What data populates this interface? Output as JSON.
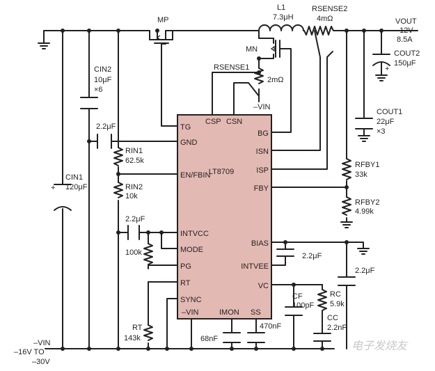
{
  "ic": {
    "part": "LT8709",
    "pins_left": [
      "TG",
      "GND",
      "EN/FBIN",
      "INTVCC",
      "MODE",
      "PG",
      "RT",
      "SYNC"
    ],
    "pins_right": [
      "BG",
      "ISN",
      "ISP",
      "FBY",
      "BIAS",
      "INTVEE",
      "VC"
    ],
    "pins_top": [
      "CSP",
      "CSN"
    ],
    "pins_bottom": [
      "–VIN",
      "IMON",
      "SS"
    ]
  },
  "components": {
    "mp": "MP",
    "mn": "MN",
    "l1": "L1",
    "l1_value": "7.3μH",
    "rsense2": "RSENSE2",
    "rsense2_value": "4mΩ",
    "rsense1": "RSENSE1",
    "rsense1_value": "2mΩ",
    "minus_vin": "–VIN",
    "vout": "VOUT",
    "vout_voltage": "–12V",
    "vout_current": "8.5A",
    "cout2": "COUT2",
    "cout2_value": "150μF",
    "cout1": "COUT1",
    "cout1_value": "22μF",
    "cout1_count": "×3",
    "cin2": "CIN2",
    "cin2_value": "10μF",
    "cin2_count": "×6",
    "cin1": "CIN1",
    "cin1_value": "120μF",
    "c_en": "2.2μF",
    "rin1": "RIN1",
    "rin1_value": "62.5k",
    "rin2": "RIN2",
    "rin2_value": "10k",
    "c_intvcc": "2.2μF",
    "r_pg": "100k",
    "rt": "RT",
    "rt_value": "143k",
    "c_imon": "68nF",
    "c_ss": "470nF",
    "rfby1": "RFBY1",
    "rfby1_value": "33k",
    "rfby2": "RFBY2",
    "rfby2_value": "4.99k",
    "c_intvee": "2.2μF",
    "c_bias": "2.2μF",
    "cf": "CF",
    "cf_value": "100pF",
    "rc": "RC",
    "rc_value": "5.9k",
    "cc": "CC",
    "cc_value": "2.2nF",
    "input_label": "–VIN",
    "input_range_1": "–16V TO",
    "input_range_2": "–30V"
  },
  "watermark": "电子发烧友"
}
